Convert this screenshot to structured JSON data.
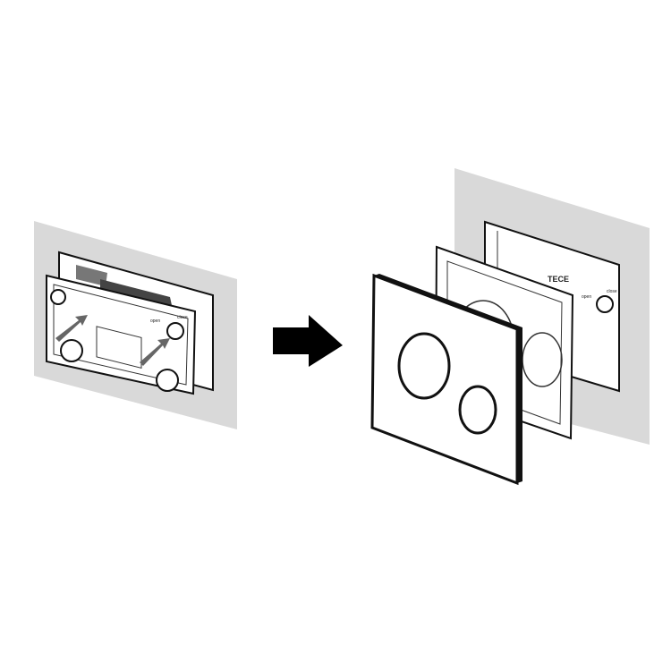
{
  "illustration": {
    "before": {
      "plate_labels": [
        "open",
        "close"
      ]
    },
    "after": {
      "brand_logo": "TECE",
      "plate_labels": [
        "open",
        "close"
      ]
    },
    "colors": {
      "wall": "#d9d9d9",
      "line": "#111111",
      "arrow": "#000000"
    }
  }
}
